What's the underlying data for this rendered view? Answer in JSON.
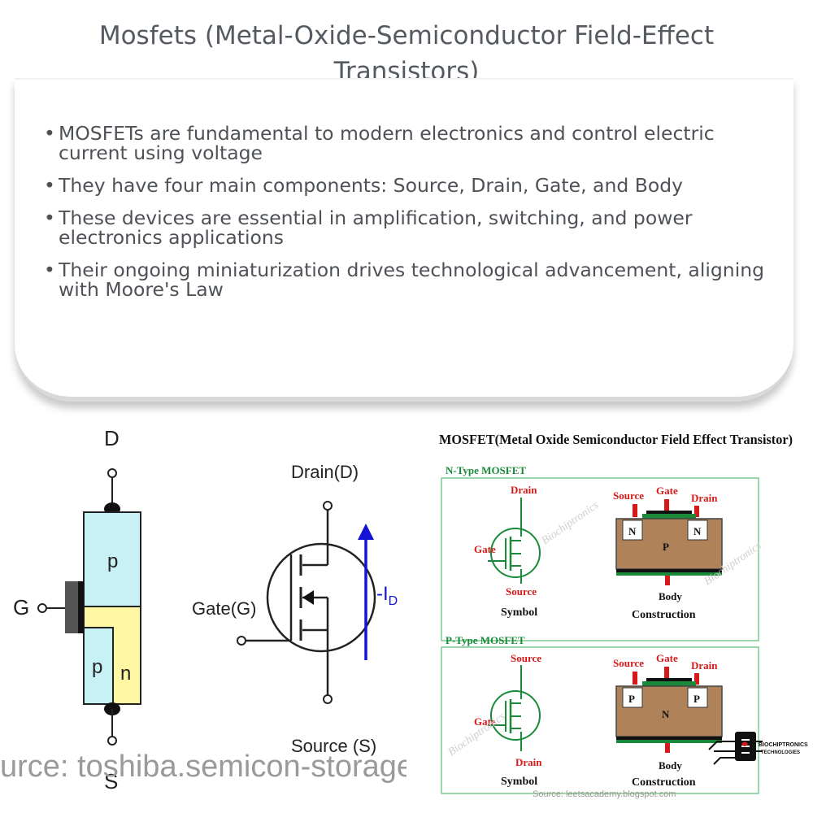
{
  "title": "Mosfets (Metal-Oxide-Semiconductor Field-Effect Transistors)",
  "bullets": [
    "MOSFETs are fundamental to modern electronics and control electric current using voltage",
    "They have four main components: Source, Drain, Gate, and Body",
    "These devices are essential in amplification, switching, and power electronics applications",
    "Their ongoing miniaturization drives technological advancement, aligning with Moore's Law"
  ],
  "left_diagram": {
    "label_d": "D",
    "label_g": "G",
    "label_s": "S",
    "region_p_top": "p",
    "region_p_bottom": "p",
    "region_n": "n",
    "source_text": "urce: toshiba.semicon-storage.c",
    "colors": {
      "p_region": "#c7f1f5",
      "n_region": "#fff7a3"
    }
  },
  "symbol_diagram": {
    "drain_label": "Drain(D)",
    "gate_label": "Gate(G)",
    "source_label": "Source (S)",
    "current_label": "-I",
    "current_subscript": "D",
    "arrow_color": "#1414d6"
  },
  "right_diagram": {
    "heading": "MOSFET(Metal Oxide Semiconductor Field Effect Transistor)",
    "ntype": {
      "title": "N-Type MOSFET",
      "drain": "Drain",
      "gate": "Gate",
      "source": "Source",
      "symbol_caption": "Symbol",
      "c_source": "Source",
      "c_gate": "Gate",
      "c_drain": "Drain",
      "well_left": "N",
      "well_right": "N",
      "substrate": "P",
      "body": "Body",
      "construction_caption": "Construction"
    },
    "ptype": {
      "title": "P-Type MOSFET",
      "source": "Source",
      "gate": "Gate",
      "drain": "Drain",
      "symbol_caption": "Symbol",
      "c_source": "Source",
      "c_gate": "Gate",
      "c_drain": "Drain",
      "well_left": "P",
      "well_right": "P",
      "substrate": "N",
      "body": "Body",
      "construction_caption": "Construction"
    },
    "watermark": "Biochiptronics",
    "logo_line1": "BIOCHIPTRONICS",
    "logo_line2": "TECHNOLOGIES",
    "source_text": "Source: leetsacademy.blogspot.com",
    "colors": {
      "green": "#1a8a3a",
      "red": "#d61a1a",
      "substrate": "#b0825a",
      "frame": "#7fc890"
    }
  }
}
